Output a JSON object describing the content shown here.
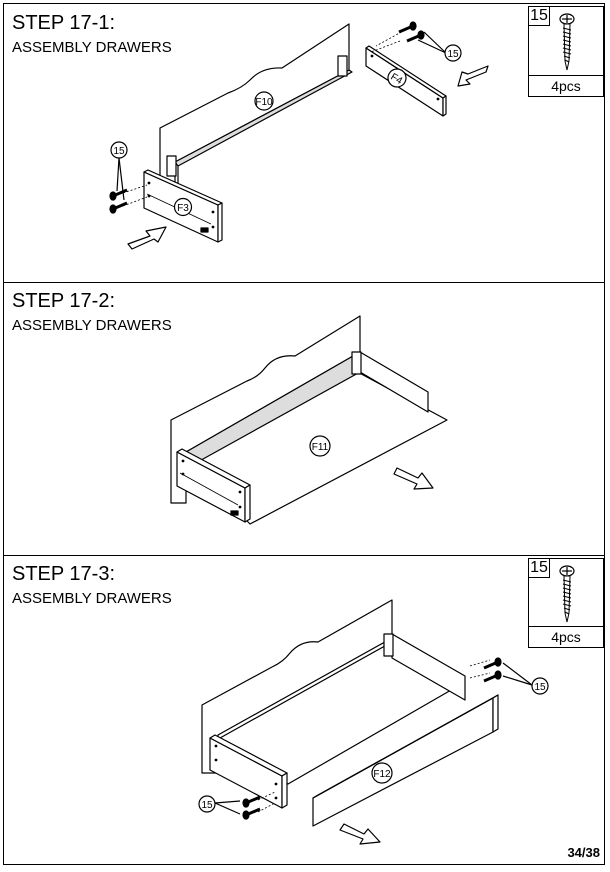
{
  "steps": [
    {
      "title": "STEP 17-1:",
      "subtitle": "ASSEMBLY DRAWERS"
    },
    {
      "title": "STEP 17-2:",
      "subtitle": "ASSEMBLY DRAWERS"
    },
    {
      "title": "STEP 17-3:",
      "subtitle": "ASSEMBLY DRAWERS"
    }
  ],
  "hardware": {
    "part_number": "15",
    "quantity": "4pcs",
    "icon": "screw-icon"
  },
  "part_labels": {
    "f10": "F10",
    "f4": "F4",
    "f3": "F3",
    "f11": "F11",
    "f12": "F12",
    "screw_callout": "15"
  },
  "page": {
    "number": "34/38"
  }
}
